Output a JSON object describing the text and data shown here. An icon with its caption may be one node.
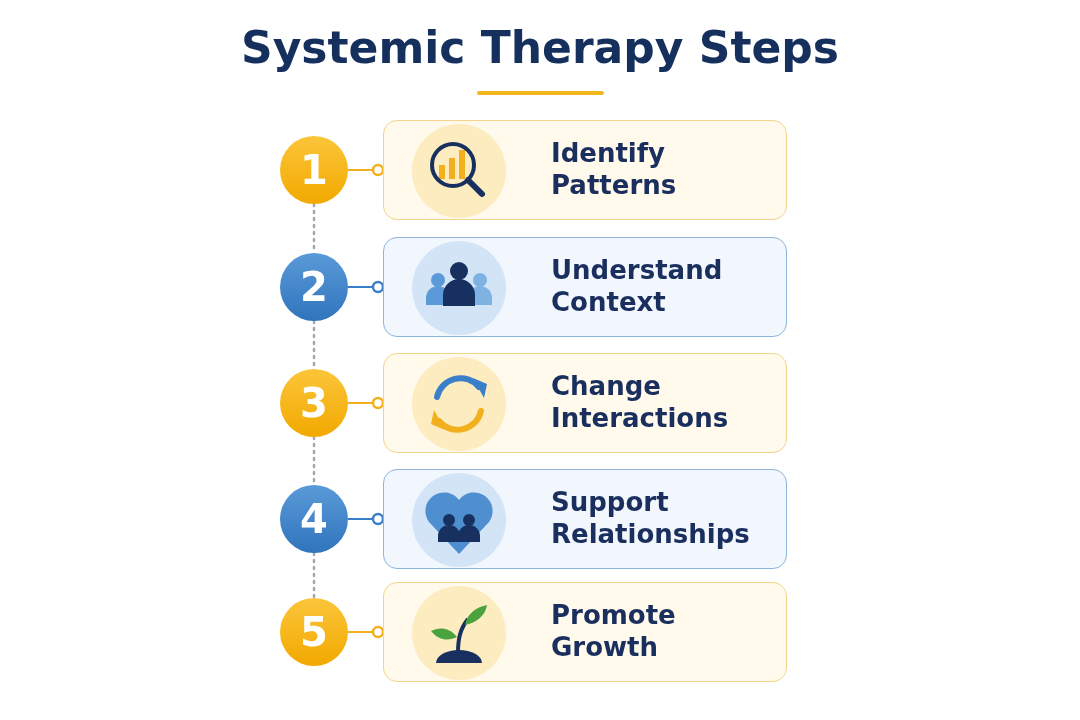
{
  "diagram": {
    "title": "Systemic Therapy Steps",
    "nodes": [
      {
        "text": [
          "1"
        ]
      },
      {
        "text": [
          "Identify Patterns"
        ]
      },
      {
        "text": [
          "2"
        ]
      },
      {
        "text": [
          "Understand Context"
        ]
      },
      {
        "text": [
          "3"
        ]
      },
      {
        "text": [
          "Change Interactions"
        ]
      },
      {
        "text": [
          "4"
        ]
      },
      {
        "text": [
          "Support Relationships"
        ]
      },
      {
        "text": [
          "5"
        ]
      },
      {
        "text": [
          "Promote Growth"
        ]
      }
    ],
    "edges": [
      {
        "from": 0,
        "to": 1,
        "arrow": "other",
        "color": "#f2b01e"
      },
      {
        "from": 2,
        "to": 3,
        "arrow": "other",
        "color": "#3b7fc8"
      },
      {
        "from": 4,
        "to": 5,
        "arrow": "other",
        "color": "#f2b01e"
      },
      {
        "from": 6,
        "to": 7,
        "arrow": "other",
        "color": "#3b7fc8"
      },
      {
        "from": 8,
        "to": 9,
        "arrow": "other",
        "color": "#f2b01e"
      },
      {
        "from": 0,
        "to": 2,
        "arrow": "none",
        "style": "dashed",
        "color": "#a3a8b0"
      },
      {
        "from": 2,
        "to": 4,
        "arrow": "none",
        "style": "dashed",
        "color": "#a3a8b0"
      },
      {
        "from": 4,
        "to": 6,
        "arrow": "none",
        "style": "dashed",
        "color": "#a3a8b0"
      },
      {
        "from": 6,
        "to": 8,
        "arrow": "none",
        "style": "dashed",
        "color": "#a3a8b0"
      }
    ]
  }
}
